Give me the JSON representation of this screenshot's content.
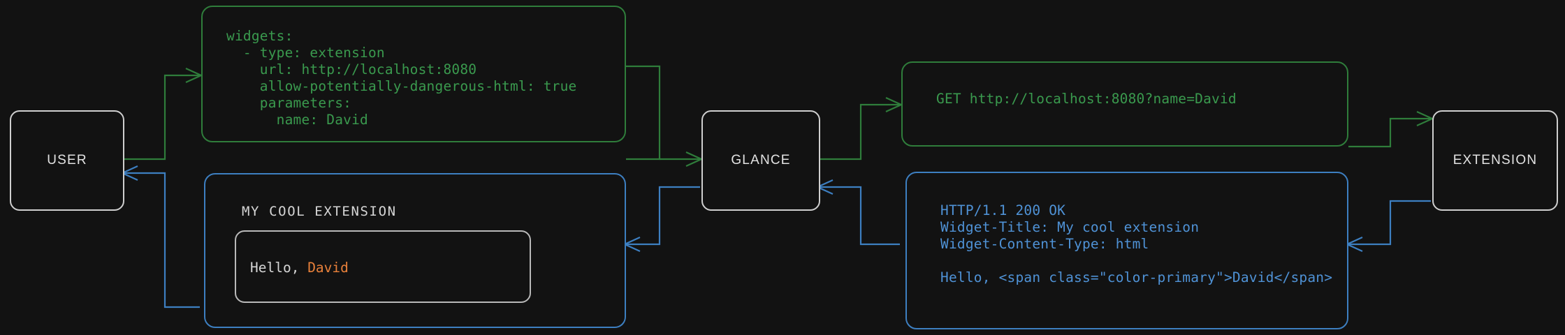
{
  "diagram": {
    "title": "Glance extension request/response flow",
    "background_color": "#121212",
    "request_color": "#2f7d3b",
    "response_color": "#3d7fc1",
    "node_color": "#cfcfcf",
    "accent_color": "#e8803a"
  },
  "nodes": {
    "user": "USER",
    "glance": "GLANCE",
    "extension": "EXTENSION"
  },
  "config_box": {
    "text": "widgets:\n  - type: extension\n    url: http://localhost:8080\n    allow-potentially-dangerous-html: true\n    parameters:\n      name: David"
  },
  "request_box": {
    "text": "GET http://localhost:8080?name=David"
  },
  "response_box": {
    "text": "HTTP/1.1 200 OK\nWidget-Title: My cool extension\nWidget-Content-Type: html\n\nHello, <span class=\"color-primary\">David</span>"
  },
  "widget_box": {
    "title": "MY COOL EXTENSION",
    "greeting_prefix": "Hello, ",
    "greeting_name": "David"
  }
}
